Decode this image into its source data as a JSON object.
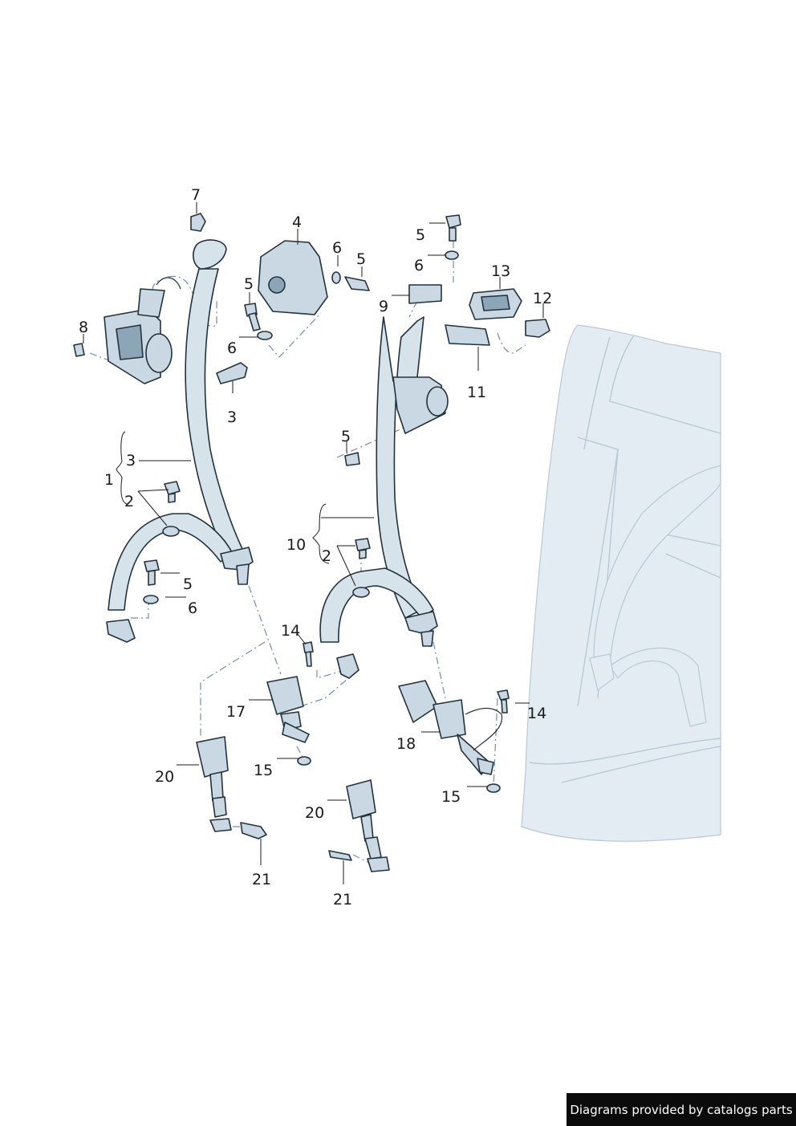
{
  "callouts": {
    "p7": "7",
    "p4": "4",
    "p6a": "6",
    "p5a": "5",
    "p5b": "5",
    "p5c": "5",
    "p6b": "6",
    "p13": "13",
    "p12": "12",
    "p9": "9",
    "p8": "8",
    "p6c": "6",
    "p3a": "3",
    "p11": "11",
    "p5d": "5",
    "p3b": "3",
    "p1": "1",
    "p2a": "2",
    "p5e": "5",
    "p6d": "6",
    "p10": "10",
    "p2b": "2",
    "p14a": "14",
    "p14b": "14",
    "p17": "17",
    "p18": "18",
    "p20a": "20",
    "p15a": "15",
    "p15b": "15",
    "p20b": "20",
    "p21a": "21",
    "p21b": "21"
  },
  "watermark": "Diagrams provided by catalogs parts",
  "colors": {
    "part_fill": "#c9d8e2",
    "part_outline": "#22323e",
    "seat_fill": "#e3ecf2",
    "leader_dash": "#6f8fa6",
    "watermark_bg": "#0b0b0b"
  }
}
